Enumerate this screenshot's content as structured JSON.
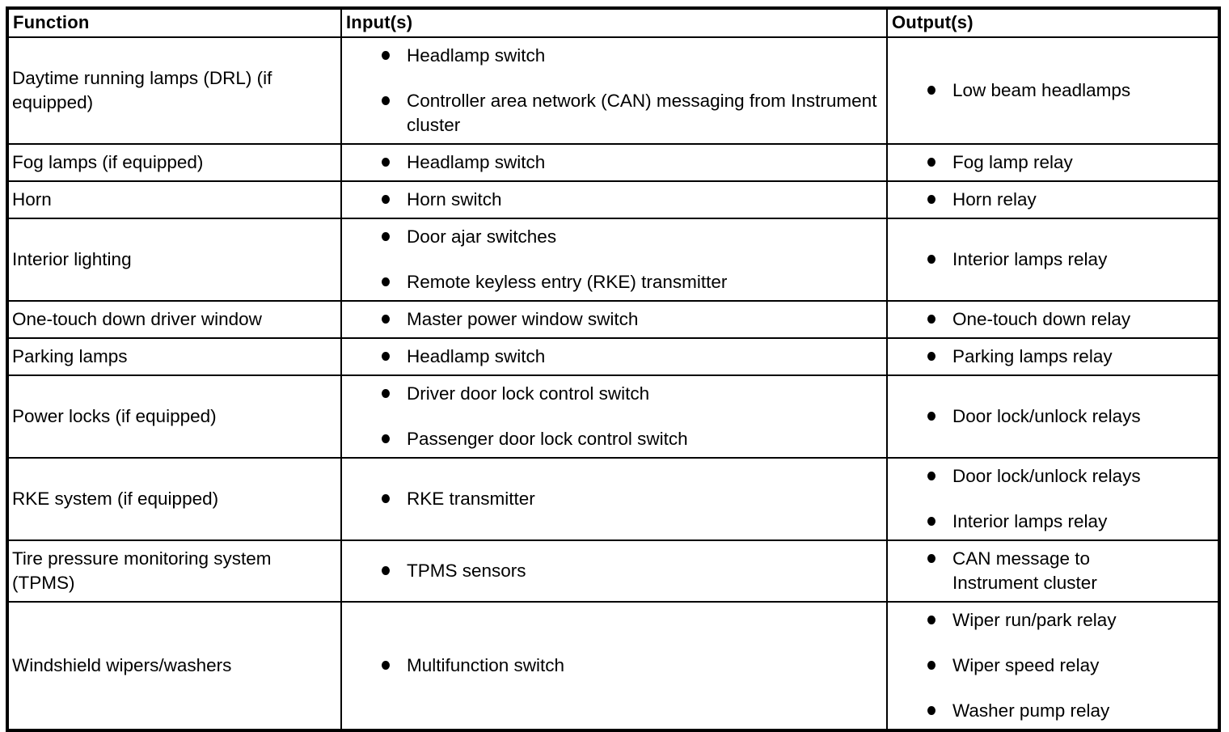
{
  "colors": {
    "text": "#000000",
    "border": "#000000",
    "background": "#ffffff"
  },
  "table": {
    "columns": [
      "Function",
      "Input(s)",
      "Output(s)"
    ],
    "rows": [
      {
        "function": "Daytime running lamps (DRL) (if equipped)",
        "inputs": [
          "Headlamp switch",
          "Controller area network (CAN) messaging from Instrument cluster"
        ],
        "outputs": [
          "Low beam headlamps"
        ]
      },
      {
        "function": "Fog lamps (if equipped)",
        "inputs": [
          "Headlamp switch"
        ],
        "outputs": [
          "Fog lamp relay"
        ]
      },
      {
        "function": "Horn",
        "inputs": [
          "Horn switch"
        ],
        "outputs": [
          "Horn relay"
        ]
      },
      {
        "function": "Interior lighting",
        "inputs": [
          "Door ajar switches",
          "Remote keyless entry (RKE) transmitter"
        ],
        "outputs": [
          "Interior lamps relay"
        ]
      },
      {
        "function": "One-touch down driver window",
        "inputs": [
          "Master power window switch"
        ],
        "outputs": [
          "One-touch down relay"
        ]
      },
      {
        "function": "Parking lamps",
        "inputs": [
          "Headlamp switch"
        ],
        "outputs": [
          "Parking lamps relay"
        ]
      },
      {
        "function": "Power locks (if equipped)",
        "inputs": [
          "Driver door lock control switch",
          "Passenger door lock control switch"
        ],
        "outputs": [
          "Door lock/unlock relays"
        ]
      },
      {
        "function": "RKE system (if equipped)",
        "inputs": [
          "RKE transmitter"
        ],
        "outputs": [
          "Door lock/unlock relays",
          "Interior lamps relay"
        ]
      },
      {
        "function": "Tire pressure monitoring system (TPMS)",
        "inputs": [
          "TPMS sensors"
        ],
        "outputs": [
          "CAN message to\nInstrument cluster"
        ]
      },
      {
        "function": "Windshield wipers/washers",
        "inputs": [
          "Multifunction switch"
        ],
        "outputs": [
          "Wiper run/park relay",
          "Wiper speed relay",
          "Washer pump relay"
        ]
      }
    ]
  }
}
